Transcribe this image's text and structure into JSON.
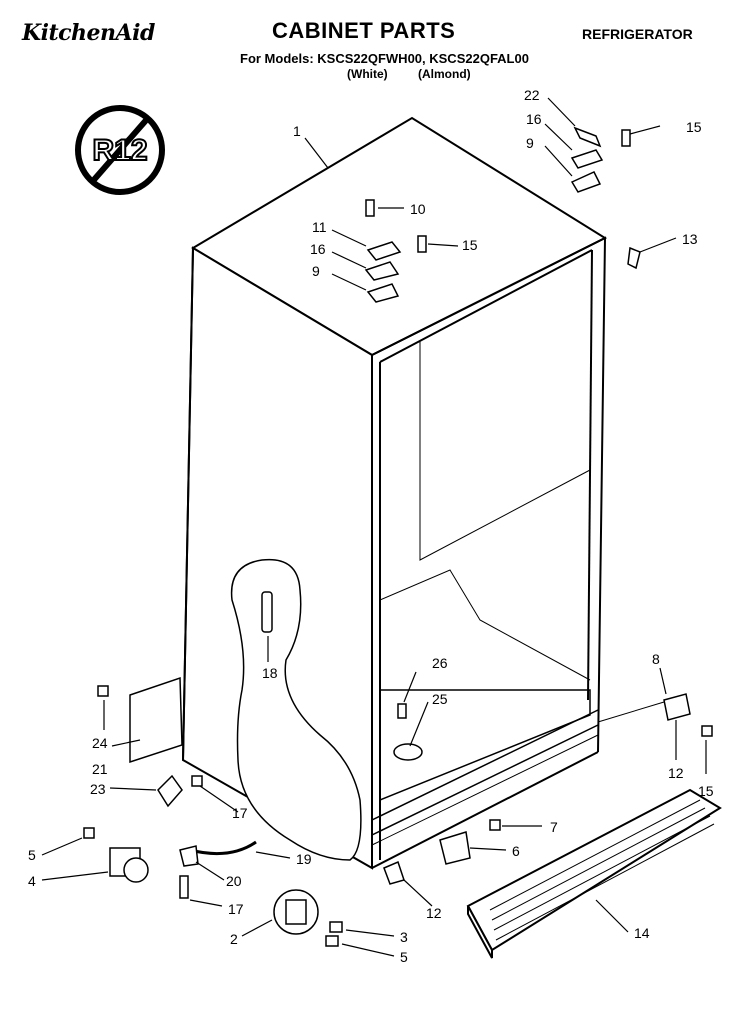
{
  "header": {
    "brand": "KitchenAid",
    "title": "CABINET PARTS",
    "category": "REFRIGERATOR",
    "models_line": "For Models: KSCS22QFWH00, KSCS22QFAL00",
    "color_white": "(White)",
    "color_almond": "(Almond)"
  },
  "badge": {
    "text": "R12"
  },
  "parts": {
    "p1": "1",
    "p2": "2",
    "p3": "3",
    "p4": "4",
    "p5a": "5",
    "p5b": "5",
    "p6": "6",
    "p7": "7",
    "p8": "8",
    "p9a": "9",
    "p9b": "9",
    "p10": "10",
    "p11": "11",
    "p12a": "12",
    "p12b": "12",
    "p13": "13",
    "p14": "14",
    "p15a": "15",
    "p15b": "15",
    "p15c": "15",
    "p16a": "16",
    "p16b": "16",
    "p17a": "17",
    "p17b": "17",
    "p18": "18",
    "p19": "19",
    "p20": "20",
    "p21": "21",
    "p22": "22",
    "p23": "23",
    "p24": "24",
    "p25": "25",
    "p26": "26"
  }
}
